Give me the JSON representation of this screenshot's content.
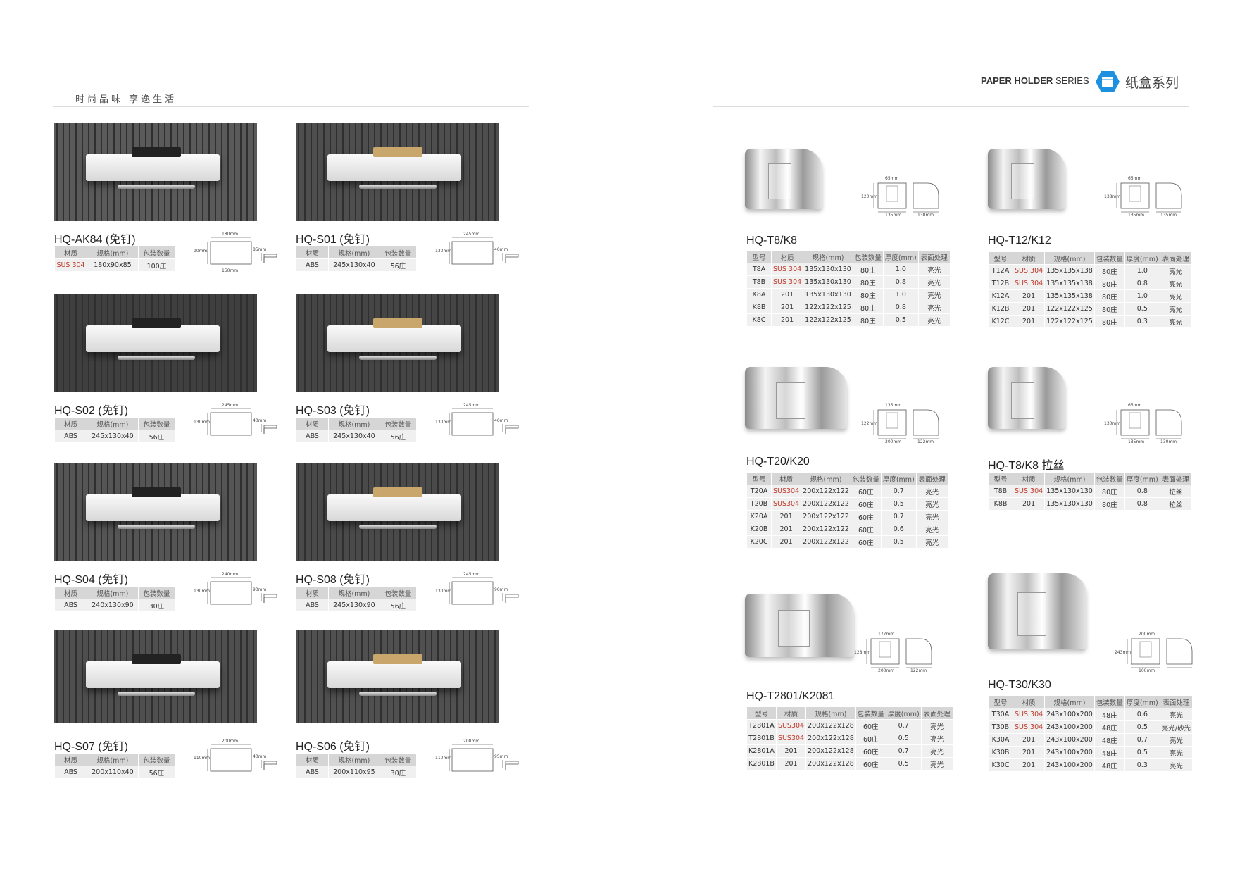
{
  "left_header": {
    "slogan": "时尚品味  享逸生活"
  },
  "right_header": {
    "series_en_bold": "PAPER HOLDER",
    "series_en_light": "SERIES",
    "series_cn": "纸盒系列",
    "icon": "paper-box-hex-icon",
    "accent": "#1e90e0"
  },
  "colors": {
    "header_cell": "#d6d6d6",
    "body_cell": "#f0f0f0",
    "material_red": "#c0392b"
  },
  "left_headers": [
    "材质",
    "规格(mm)",
    "包装数量"
  ],
  "right_headers": [
    "型号",
    "材质",
    "规格(mm)",
    "包装数量",
    "厚度(mm)",
    "表面处理"
  ],
  "left_products": [
    {
      "name": "HQ-AK84 (免钉)",
      "row": [
        "SUS 304",
        "180x90x85",
        "100庄"
      ],
      "dims": [
        "180mm",
        "90mm",
        "85mm",
        "150mm"
      ]
    },
    {
      "name": "HQ-S01 (免钉)",
      "row": [
        "ABS",
        "245x130x40",
        "56庄"
      ],
      "dims": [
        "245mm",
        "130mm",
        "40mm"
      ]
    },
    {
      "name": "HQ-S02 (免钉)",
      "row": [
        "ABS",
        "245x130x40",
        "56庄"
      ],
      "dims": [
        "245mm",
        "130mm",
        "40mm"
      ]
    },
    {
      "name": "HQ-S03 (免钉)",
      "row": [
        "ABS",
        "245x130x40",
        "56庄"
      ],
      "dims": [
        "245mm",
        "130mm",
        "40mm"
      ]
    },
    {
      "name": "HQ-S04 (免钉)",
      "row": [
        "ABS",
        "240x130x90",
        "30庄"
      ],
      "dims": [
        "240mm",
        "130mm",
        "90mm"
      ]
    },
    {
      "name": "HQ-S08 (免钉)",
      "row": [
        "ABS",
        "245x130x90",
        "56庄"
      ],
      "dims": [
        "245mm",
        "130mm",
        "90mm"
      ]
    },
    {
      "name": "HQ-S07 (免钉)",
      "row": [
        "ABS",
        "200x110x40",
        "56庄"
      ],
      "dims": [
        "200mm",
        "110mm",
        "40mm"
      ]
    },
    {
      "name": "HQ-S06 (免钉)",
      "row": [
        "ABS",
        "200x110x95",
        "30庄"
      ],
      "dims": [
        "200mm",
        "110mm",
        "95mm"
      ]
    }
  ],
  "right_products": [
    {
      "name": "HQ-T8/K8",
      "dims": [
        "65mm",
        "120mm",
        "135mm",
        "130mm"
      ],
      "rows": [
        [
          "T8A",
          "SUS 304",
          "135x130x130",
          "80庄",
          "1.0",
          "亮光"
        ],
        [
          "T8B",
          "SUS 304",
          "135x130x130",
          "80庄",
          "0.8",
          "亮光"
        ],
        [
          "K8A",
          "201",
          "135x130x130",
          "80庄",
          "1.0",
          "亮光"
        ],
        [
          "K8B",
          "201",
          "122x122x125",
          "80庄",
          "0.8",
          "亮光"
        ],
        [
          "K8C",
          "201",
          "122x122x125",
          "80庄",
          "0.5",
          "亮光"
        ]
      ]
    },
    {
      "name": "HQ-T12/K12",
      "dims": [
        "65mm",
        "138mm",
        "135mm",
        "135mm"
      ],
      "rows": [
        [
          "T12A",
          "SUS 304",
          "135x135x138",
          "80庄",
          "1.0",
          "亮光"
        ],
        [
          "T12B",
          "SUS 304",
          "135x135x138",
          "80庄",
          "0.8",
          "亮光"
        ],
        [
          "K12A",
          "201",
          "135x135x138",
          "80庄",
          "1.0",
          "亮光"
        ],
        [
          "K12B",
          "201",
          "122x122x125",
          "80庄",
          "0.5",
          "亮光"
        ],
        [
          "K12C",
          "201",
          "122x122x125",
          "80庄",
          "0.3",
          "亮光"
        ]
      ]
    },
    {
      "name": "HQ-T20/K20",
      "dims": [
        "135mm",
        "122mm",
        "200mm",
        "122mm"
      ],
      "rows": [
        [
          "T20A",
          "SUS304",
          "200x122x122",
          "60庄",
          "0.7",
          "亮光"
        ],
        [
          "T20B",
          "SUS304",
          "200x122x122",
          "60庄",
          "0.5",
          "亮光"
        ],
        [
          "K20A",
          "201",
          "200x122x122",
          "60庄",
          "0.7",
          "亮光"
        ],
        [
          "K20B",
          "201",
          "200x122x122",
          "60庄",
          "0.6",
          "亮光"
        ],
        [
          "K20C",
          "201",
          "200x122x122",
          "60庄",
          "0.5",
          "亮光"
        ]
      ]
    },
    {
      "name": "HQ-T8/K8",
      "name_suffix": "拉丝",
      "dims": [
        "65mm",
        "130mm",
        "135mm",
        "130mm"
      ],
      "rows": [
        [
          "T8B",
          "SUS 304",
          "135x130x130",
          "80庄",
          "0.8",
          "拉丝"
        ],
        [
          "K8B",
          "201",
          "135x130x130",
          "80庄",
          "0.8",
          "拉丝"
        ]
      ]
    },
    {
      "name": "HQ-T2801/K2081",
      "dims": [
        "177mm",
        "128mm",
        "200mm",
        "122mm"
      ],
      "rows": [
        [
          "T2801A",
          "SUS304",
          "200x122x128",
          "60庄",
          "0.7",
          "亮光"
        ],
        [
          "T2801B",
          "SUS304",
          "200x122x128",
          "60庄",
          "0.5",
          "亮光"
        ],
        [
          "K2801A",
          "201",
          "200x122x128",
          "60庄",
          "0.7",
          "亮光"
        ],
        [
          "K2801B",
          "201",
          "200x122x128",
          "60庄",
          "0.5",
          "亮光"
        ]
      ]
    },
    {
      "name": "HQ-T30/K30",
      "dims": [
        "200mm",
        "243mm",
        "100mm"
      ],
      "rows": [
        [
          "T30A",
          "SUS 304",
          "243x100x200",
          "48庄",
          "0.6",
          "亮光"
        ],
        [
          "T30B",
          "SUS 304",
          "243x100x200",
          "48庄",
          "0.5",
          "亮光/砂光"
        ],
        [
          "K30A",
          "201",
          "243x100x200",
          "48庄",
          "0.7",
          "亮光"
        ],
        [
          "K30B",
          "201",
          "243x100x200",
          "48庄",
          "0.5",
          "亮光"
        ],
        [
          "K30C",
          "201",
          "243x100x200",
          "48庄",
          "0.3",
          "亮光"
        ]
      ]
    }
  ]
}
